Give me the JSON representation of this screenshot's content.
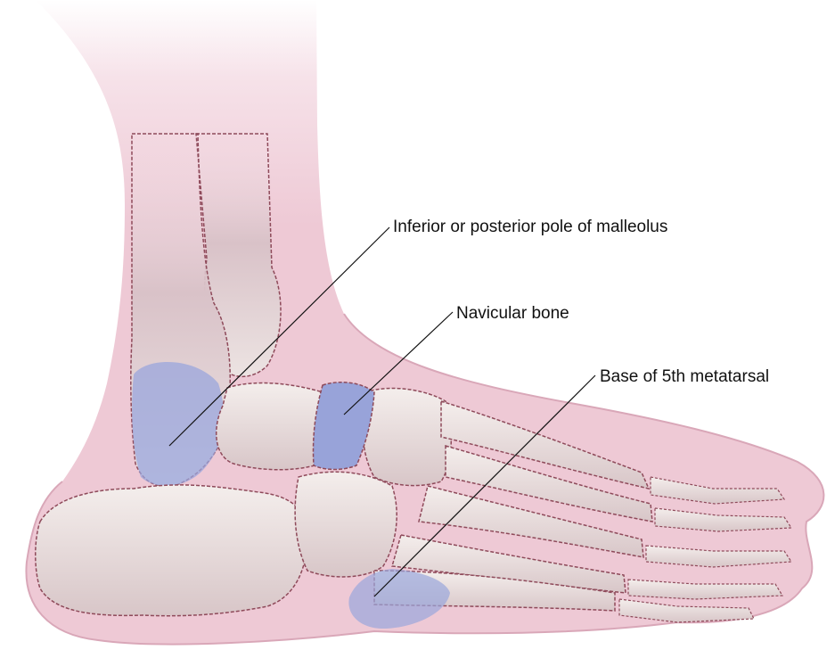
{
  "labels": {
    "malleolus": "Inferior or posterior pole of malleolus",
    "navicular": "Navicular bone",
    "metatarsal": "Base of 5th metatarsal"
  },
  "colors": {
    "skin": "#eec9d5",
    "skin_edge": "#c98ea4",
    "bone": "#eee6e3",
    "bone_shadow": "#c9b1b5",
    "bone_outline": "#8e4a5a",
    "highlight": "#9aa6dc",
    "leader_line": "#111111"
  }
}
